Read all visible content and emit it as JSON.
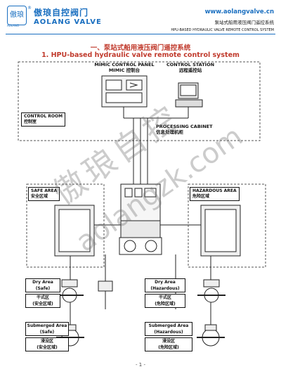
{
  "header": {
    "logo_text": "傲琅",
    "logo_sub": "AOLANG",
    "brand_cn": "傲琅自控阀门",
    "brand_en": "AOLANG VALVE",
    "registered": "®",
    "url": "www.aolangvalve.cn",
    "doc_title_cn": "泵站式船用液压阀门遥控系统",
    "doc_title_en": "HPU-BASED HYDRAULIC VALVE REMOTE CONTROL SYSTEM"
  },
  "section": {
    "title_cn": "一、泵站式船用液压阀门遥控系统",
    "title_en": "1. HPU-based hydraulic valve remote control system"
  },
  "diagram": {
    "mimic_panel_en": "MIMIC CONTROL PANEL",
    "mimic_panel_cn": "MIMIC 控制台",
    "control_station_en": "CONTROL STATION",
    "control_station_cn": "远程遥控站",
    "control_room_en": "CONTROL ROOM",
    "control_room_cn": "控制室",
    "processing_cabinet_en": "PROCESSING CABINET",
    "processing_cabinet_cn": "信息处理机柜",
    "safe_area_en": "SAFE AREA",
    "safe_area_cn": "安全区域",
    "hazardous_area_en": "HAZARDOUS AREA",
    "hazardous_area_cn": "危险区域",
    "dry_safe_en": "Dry Area",
    "dry_safe_sub": "(Safe)",
    "dry_safe_cn": "干式区",
    "dry_safe_cn_sub": "(安全区域)",
    "dry_haz_en": "Dry Area",
    "dry_haz_sub": "(Hazardous)",
    "dry_haz_cn": "干式区",
    "dry_haz_cn_sub": "(危险区域)",
    "sub_safe_en": "Submerged Area",
    "sub_safe_sub": "(Safe)",
    "sub_safe_cn": "浸没区",
    "sub_safe_cn_sub": "(安全区域)",
    "sub_haz_en": "Submerged Area",
    "sub_haz_sub": "(Hazardous)",
    "sub_haz_cn": "浸没区",
    "sub_haz_cn_sub": "(危险区域)"
  },
  "watermark": {
    "line1": "傲琅自控",
    "line2": "aolangzk.com"
  },
  "footer": {
    "page_number": "- 1 -"
  }
}
